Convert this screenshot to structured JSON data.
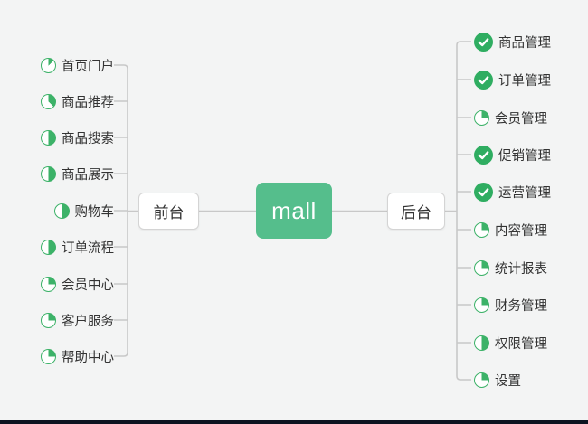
{
  "root": {
    "label": "mall"
  },
  "branches": [
    {
      "side": "left",
      "label": "前台",
      "items": [
        {
          "label": "首页门户",
          "progress": 12.5
        },
        {
          "label": "商品推荐",
          "progress": 37.5
        },
        {
          "label": "商品搜索",
          "progress": 50
        },
        {
          "label": "商品展示",
          "progress": 50
        },
        {
          "label": "购物车",
          "progress": 50
        },
        {
          "label": "订单流程",
          "progress": 50
        },
        {
          "label": "会员中心",
          "progress": 25
        },
        {
          "label": "客户服务",
          "progress": 25
        },
        {
          "label": "帮助中心",
          "progress": 25
        }
      ]
    },
    {
      "side": "right",
      "label": "后台",
      "items": [
        {
          "label": "商品管理",
          "progress": 100
        },
        {
          "label": "订单管理",
          "progress": 100
        },
        {
          "label": "会员管理",
          "progress": 25
        },
        {
          "label": "促销管理",
          "progress": 100
        },
        {
          "label": "运营管理",
          "progress": 100
        },
        {
          "label": "内容管理",
          "progress": 25
        },
        {
          "label": "统计报表",
          "progress": 25
        },
        {
          "label": "财务管理",
          "progress": 25
        },
        {
          "label": "权限管理",
          "progress": 50
        },
        {
          "label": "设置",
          "progress": 25
        }
      ]
    }
  ],
  "colors": {
    "root_green": "#55BE8C",
    "icon_green": "#3CB268",
    "check_green": "#2FAD61",
    "line_gray": "#c8c8c8",
    "text": "#333333",
    "background": "#f3f4f4",
    "bottom_bar": "#0d1320"
  }
}
